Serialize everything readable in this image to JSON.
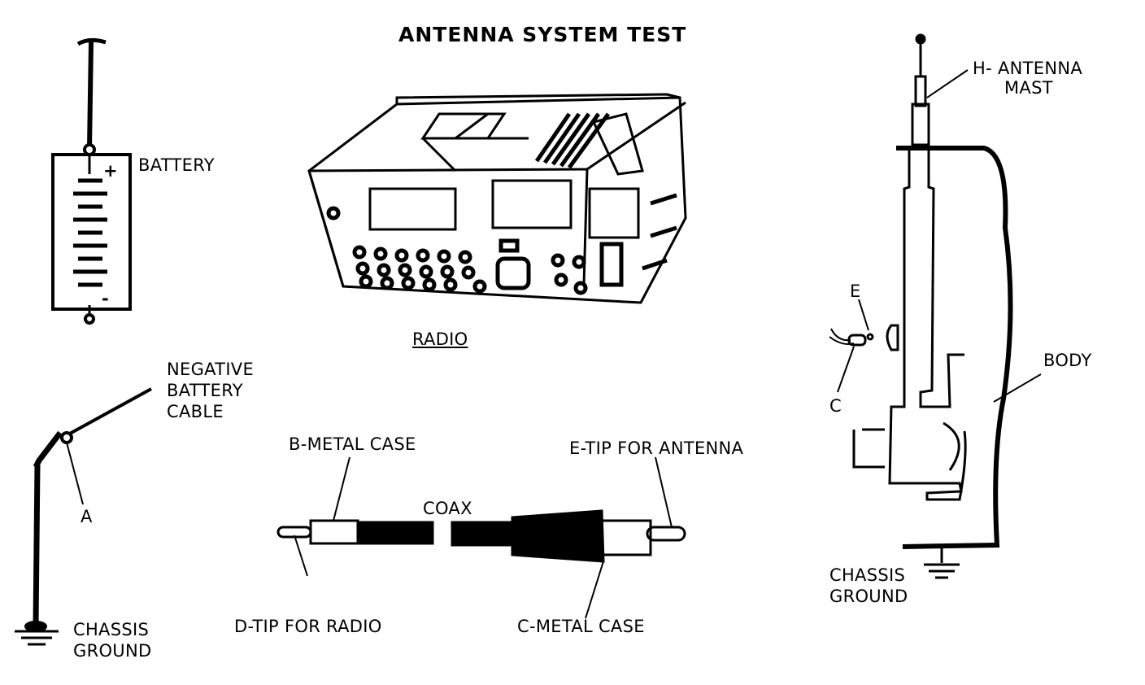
{
  "title": "ANTENNA SYSTEM TEST",
  "labels": {
    "battery": "BATTERY",
    "battery_plus": "+",
    "battery_minus": "-",
    "radio": "RADIO",
    "neg_cable_1": "NEGATIVE",
    "neg_cable_2": "BATTERY",
    "neg_cable_3": "CABLE",
    "point_a": "A",
    "chassis_ground_left_1": "CHASSIS",
    "chassis_ground_left_2": "GROUND",
    "b_metal_case": "B-METAL CASE",
    "coax": "COAX",
    "e_tip": "E-TIP FOR ANTENNA",
    "d_tip": "D-TIP FOR RADIO",
    "c_metal_case": "C-METAL CASE",
    "antenna_mast_1": "H- ANTENNA",
    "antenna_mast_2": "MAST",
    "point_e": "E",
    "point_c": "C",
    "body": "BODY",
    "chassis_ground_right_1": "CHASSIS",
    "chassis_ground_right_2": "GROUND"
  },
  "colors": {
    "ink": "#000000",
    "paper": "#ffffff"
  }
}
